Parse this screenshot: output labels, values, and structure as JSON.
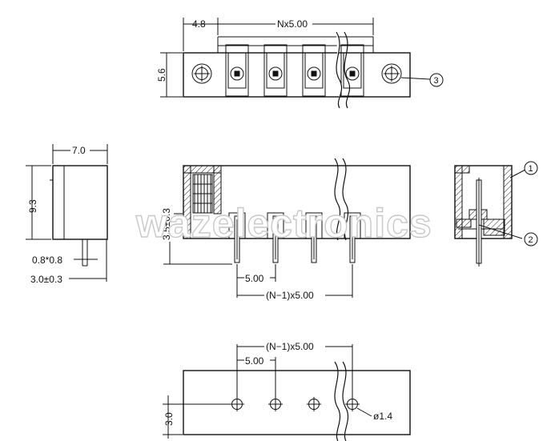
{
  "watermark": "wazelectronics",
  "top_view": {
    "dims": {
      "left_offset": "4.8",
      "pitch_total": "Nx5.00",
      "height": "5.6"
    },
    "balloon": "3"
  },
  "side_view": {
    "dims": {
      "width": "7.0",
      "height": "9.3",
      "pin_size": "0.8*0.8",
      "pin_length": "3.0±0.3"
    }
  },
  "front_view": {
    "dims": {
      "pin_offset": "3.5±0.3",
      "pitch": "5.00",
      "span": "(N−1)x5.00"
    }
  },
  "section_view": {
    "balloons": [
      "1",
      "2"
    ]
  },
  "pcb_view": {
    "dims": {
      "span": "(N−1)x5.00",
      "pitch": "5.00",
      "edge": "3.0",
      "hole": "ø1.4"
    }
  }
}
